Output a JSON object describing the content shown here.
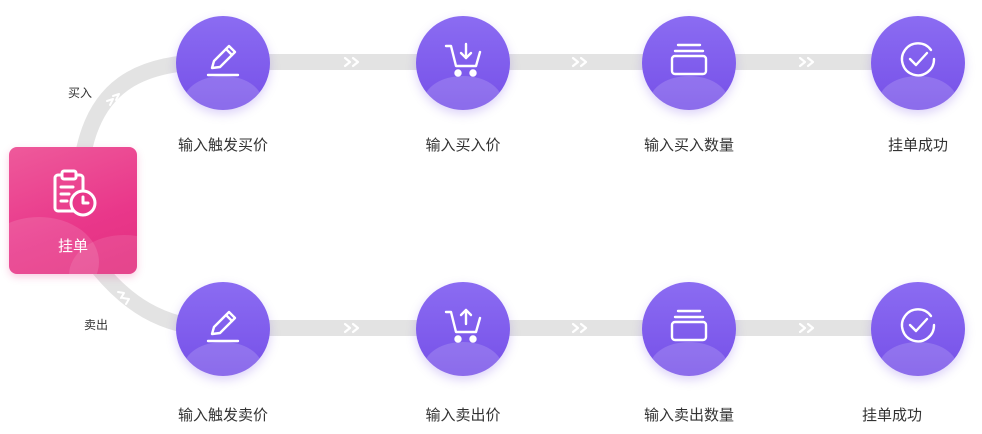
{
  "origin": {
    "label": "挂单",
    "icon": "clipboard-clock-icon"
  },
  "branches": {
    "buy": {
      "label": "买入",
      "steps": [
        {
          "label": "输入触发买价",
          "icon": "pencil-icon"
        },
        {
          "label": "输入买入价",
          "icon": "cart-down-icon"
        },
        {
          "label": "输入买入数量",
          "icon": "stack-icon"
        },
        {
          "label": "挂单成功",
          "icon": "check-circle-icon"
        }
      ]
    },
    "sell": {
      "label": "卖出",
      "steps": [
        {
          "label": "输入触发卖价",
          "icon": "pencil-icon"
        },
        {
          "label": "输入卖出价",
          "icon": "cart-up-icon"
        },
        {
          "label": "输入卖出数量",
          "icon": "stack-icon"
        },
        {
          "label": "挂单成功",
          "icon": "check-circle-icon"
        }
      ]
    }
  },
  "colors": {
    "origin_accent": "#e9378a",
    "node_accent": "#7650e8",
    "track": "#e3e3e3",
    "chevron": "#ffffff"
  }
}
